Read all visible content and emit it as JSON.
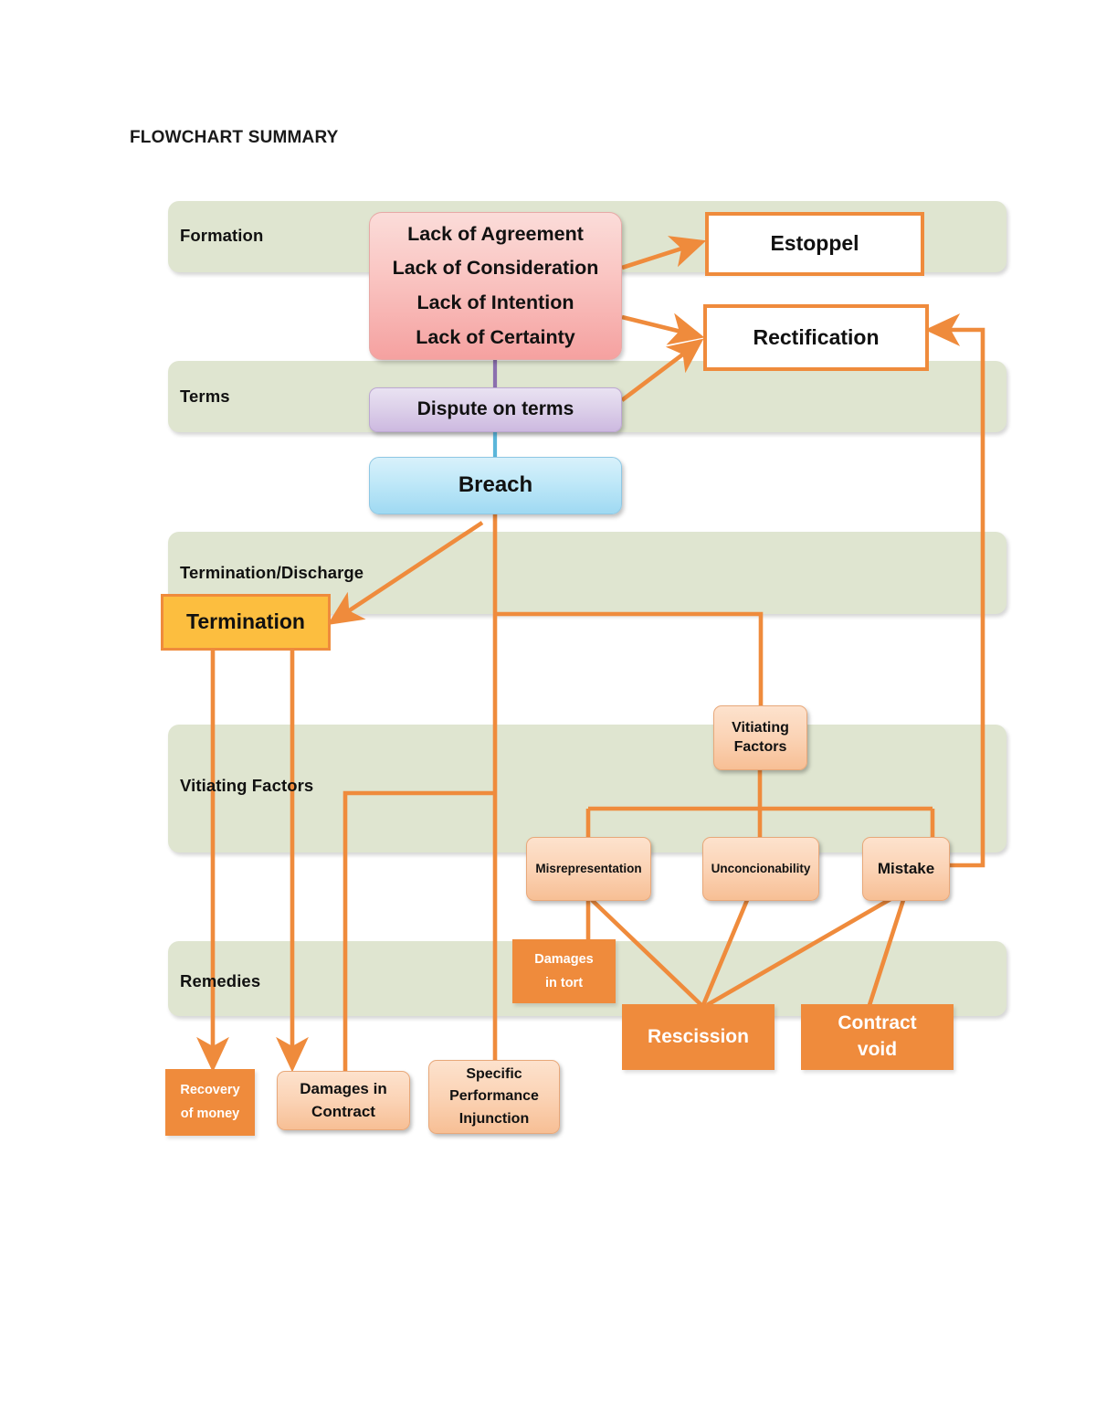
{
  "title": "FLOWCHART SUMMARY",
  "colors": {
    "band": "#dfe5d0",
    "connector": "#ef8b3c",
    "pink": "#f5a1a0",
    "purple": "#cdb9e0",
    "blue": "#9fd9f2",
    "amber": "#fcbe3f",
    "peach": "#f7bf95",
    "orange": "#ef8b3c",
    "white": "#ffffff"
  },
  "bands": [
    {
      "label": "Formation"
    },
    {
      "label": "Terms"
    },
    {
      "label": "Termination/Discharge"
    },
    {
      "label": "Vitiating Factors"
    },
    {
      "label": "Remedies"
    }
  ],
  "nodes": {
    "formation_issues": {
      "lines": [
        "Lack of Agreement",
        "Lack of Consideration",
        "Lack of Intention",
        "Lack of Certainty"
      ]
    },
    "estoppel": {
      "lines": [
        "Estoppel"
      ]
    },
    "rectification": {
      "lines": [
        "Rectification"
      ]
    },
    "dispute_on_terms": {
      "lines": [
        "Dispute on terms"
      ]
    },
    "breach": {
      "lines": [
        "Breach"
      ]
    },
    "termination": {
      "lines": [
        "Termination"
      ]
    },
    "vitiating_factors": {
      "lines": [
        "Vitiating",
        "Factors"
      ]
    },
    "misrepresentation": {
      "lines": [
        "Misrepresentation"
      ]
    },
    "unconcionability": {
      "lines": [
        "Unconcionability"
      ]
    },
    "mistake": {
      "lines": [
        "Mistake"
      ]
    },
    "damages_in_tort": {
      "lines": [
        "Damages",
        "in tort"
      ]
    },
    "rescission": {
      "lines": [
        "Rescission"
      ]
    },
    "contract_void": {
      "lines": [
        "Contract",
        "void"
      ]
    },
    "recovery_of_money": {
      "lines": [
        "Recovery",
        "of money"
      ]
    },
    "damages_in_contract": {
      "lines": [
        "Damages in",
        "Contract"
      ]
    },
    "specific_performance": {
      "lines": [
        "Specific",
        "Performance",
        "Injunction"
      ]
    }
  },
  "connections": [
    {
      "from": "formation_issues",
      "to": "estoppel",
      "arrow": true
    },
    {
      "from": "formation_issues",
      "to": "rectification",
      "arrow": true
    },
    {
      "from": "formation_issues",
      "to": "dispute_on_terms",
      "arrow": false
    },
    {
      "from": "dispute_on_terms",
      "to": "rectification",
      "arrow": true
    },
    {
      "from": "dispute_on_terms",
      "to": "breach",
      "arrow": false
    },
    {
      "from": "breach",
      "to": "termination",
      "arrow": true
    },
    {
      "from": "breach",
      "to": "vitiating_factors",
      "arrow": false
    },
    {
      "from": "breach",
      "to": "specific_performance",
      "arrow": false
    },
    {
      "from": "breach",
      "to": "damages_in_contract",
      "arrow": false
    },
    {
      "from": "termination",
      "to": "recovery_of_money",
      "arrow": true
    },
    {
      "from": "termination",
      "to": "damages_in_contract",
      "arrow": true
    },
    {
      "from": "vitiating_factors",
      "to": "misrepresentation",
      "arrow": false
    },
    {
      "from": "vitiating_factors",
      "to": "unconcionability",
      "arrow": false
    },
    {
      "from": "vitiating_factors",
      "to": "mistake",
      "arrow": false
    },
    {
      "from": "misrepresentation",
      "to": "damages_in_tort",
      "arrow": false
    },
    {
      "from": "misrepresentation",
      "to": "rescission",
      "arrow": false
    },
    {
      "from": "unconcionability",
      "to": "rescission",
      "arrow": false
    },
    {
      "from": "mistake",
      "to": "rescission",
      "arrow": false
    },
    {
      "from": "mistake",
      "to": "contract_void",
      "arrow": false
    },
    {
      "from": "mistake",
      "to": "rectification",
      "arrow": true
    }
  ]
}
